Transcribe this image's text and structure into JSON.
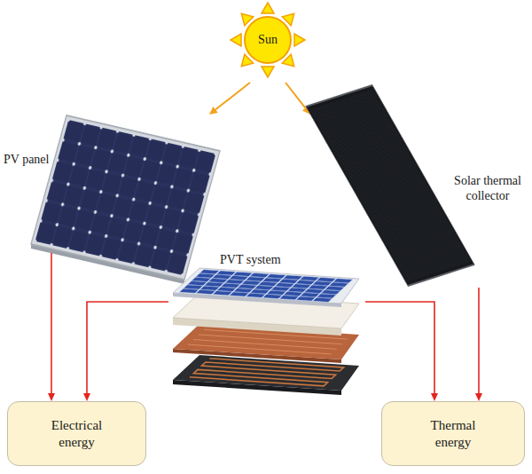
{
  "diagram": {
    "nodes": [
      {
        "text": [
          "Sun"
        ]
      },
      {
        "text": [
          "PV panel"
        ]
      },
      {
        "text": [
          "Solar thermal collector"
        ]
      },
      {
        "text": [
          "PVT system"
        ]
      },
      {
        "text": [
          "Electrical energy"
        ]
      },
      {
        "text": [
          "Thermal energy"
        ]
      }
    ],
    "edges": [
      {
        "from": 1,
        "to": 4,
        "arrow": "to"
      },
      {
        "from": 3,
        "to": 4,
        "arrow": "to"
      },
      {
        "from": 3,
        "to": 5,
        "arrow": "to"
      },
      {
        "from": 2,
        "to": 5,
        "arrow": "to"
      }
    ]
  }
}
